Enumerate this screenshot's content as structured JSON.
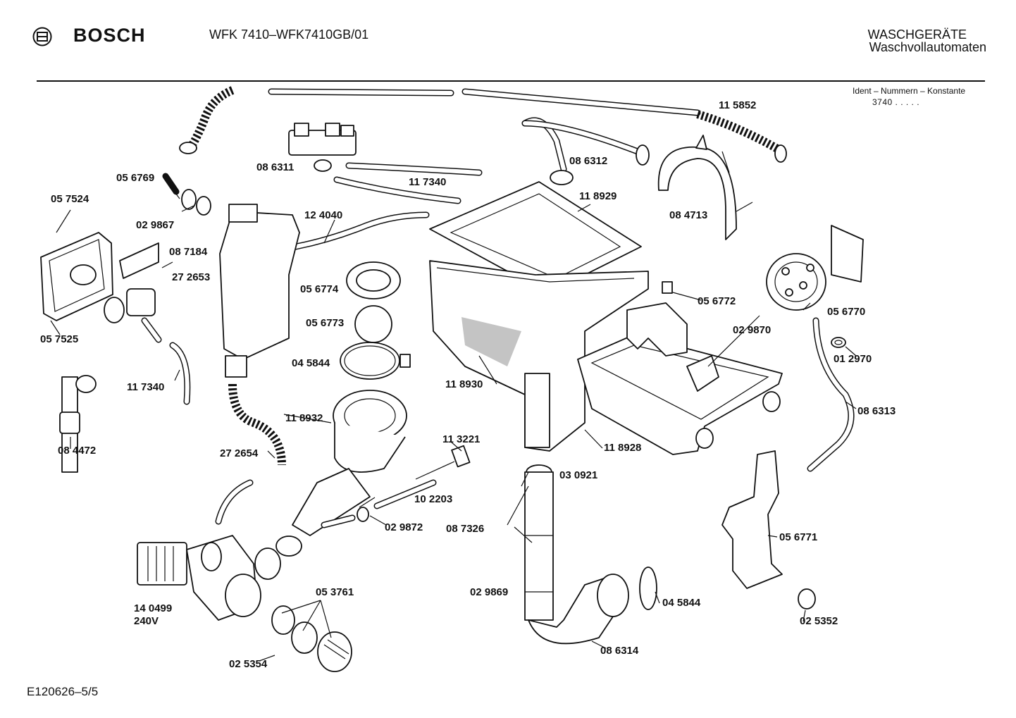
{
  "header": {
    "brand": "BOSCH",
    "model": "WFK 7410–WFK7410GB/01",
    "category_line1": "WASCHGERÄTE",
    "category_line2": "Waschvollautomaten",
    "ident_label": "Ident – Nummern – Konstante",
    "ident_value": "3740 . . . . ."
  },
  "footer": {
    "doc_id": "E120626–5/5"
  },
  "parts": [
    {
      "label": "11 5852"
    },
    {
      "label": "08 6312"
    },
    {
      "label": "05 6769"
    },
    {
      "label": "08 6311"
    },
    {
      "label": "11 7340"
    },
    {
      "label": "11 8929"
    },
    {
      "label": "05 7524"
    },
    {
      "label": "02 9867"
    },
    {
      "label": "12 4040"
    },
    {
      "label": "08 4713"
    },
    {
      "label": "08 7184"
    },
    {
      "label": "05 6774"
    },
    {
      "label": "27 2653"
    },
    {
      "label": "05 6773"
    },
    {
      "label": "05 6772"
    },
    {
      "label": "05 6770"
    },
    {
      "label": "05 7525"
    },
    {
      "label": "04 5844"
    },
    {
      "label": "02 9870"
    },
    {
      "label": "01 2970"
    },
    {
      "label": "11 7340"
    },
    {
      "label": "11 8930"
    },
    {
      "label": "08 6313"
    },
    {
      "label": "11 8932"
    },
    {
      "label": "08 4472"
    },
    {
      "label": "11 3221"
    },
    {
      "label": "27 2654"
    },
    {
      "label": "11 8928"
    },
    {
      "label": "03 0921"
    },
    {
      "label": "10 2203"
    },
    {
      "label": "02 9872"
    },
    {
      "label": "08 7326"
    },
    {
      "label": "05 6771"
    },
    {
      "label": "05 3761"
    },
    {
      "label": "02 9869"
    },
    {
      "label": "04 5844"
    },
    {
      "label": "14 0499"
    },
    {
      "label": "240V"
    },
    {
      "label": "02 5352"
    },
    {
      "label": "08 6314"
    },
    {
      "label": "02 5354"
    }
  ]
}
